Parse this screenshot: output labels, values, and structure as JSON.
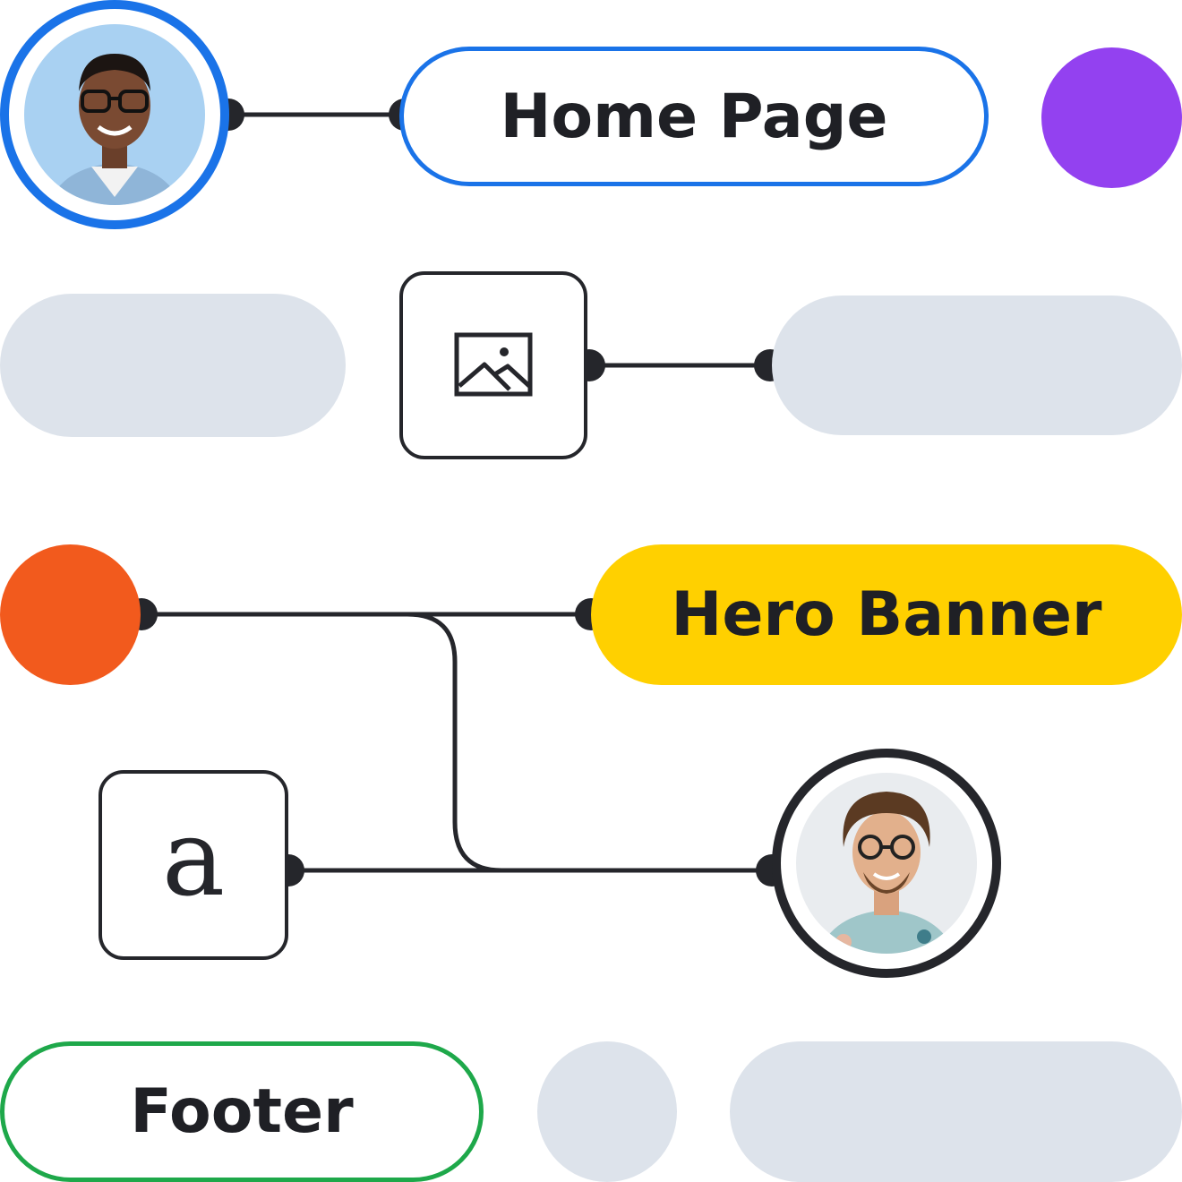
{
  "nodes": {
    "home_page": "Home Page",
    "hero_banner": "Hero Banner",
    "footer": "Footer",
    "text_glyph": "a"
  },
  "colors": {
    "blue": "#1a73e8",
    "purple": "#9341f0",
    "orange": "#f25a1d",
    "yellow": "#ffd000",
    "green": "#1ea84a",
    "dark": "#25262b",
    "ghost": "#dde3eb"
  },
  "icons": [
    "image-icon",
    "avatar-person-1",
    "avatar-person-2"
  ]
}
